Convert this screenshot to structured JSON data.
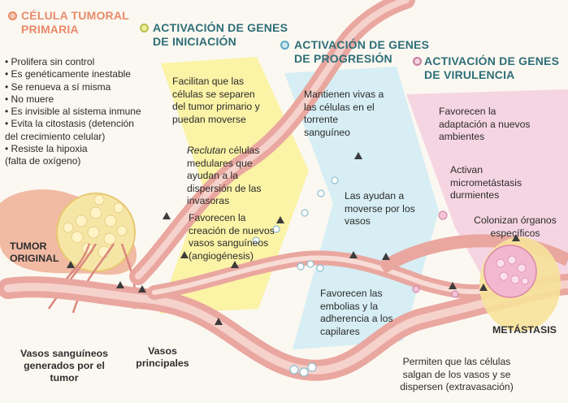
{
  "sections": {
    "primaria": {
      "title_1": "CÉLULA TUMORAL",
      "title_2": "PRIMARIA",
      "bullets": [
        "Prolifera sin control",
        "Es genéticamente inestable",
        "Se renueva a sí misma",
        "No muere",
        "Es invisible al sistema inmune",
        "Evita la citostasis (detención",
        "del crecimiento celular)",
        "Resiste la hipoxia",
        "(falta de oxígeno)"
      ]
    },
    "iniciacion": {
      "title_1": "ACTIVACIÓN DE GENES",
      "title_2": "DE INICIACIÓN",
      "p1": "Facilitan que las células se separen del tumor primario y puedan moverse",
      "p2_italic": "Reclutan",
      "p2_rest": " células medulares que ayudan a la dispersión de las invasoras",
      "p3": "Favorecen la creación de nuevos vasos sanguíneos (angiogénesis)"
    },
    "progresion": {
      "title_1": "ACTIVACIÓN DE GENES",
      "title_2": "DE PROGRESIÓN",
      "p1": "Mantienen vivas a las células en el torrente sanguíneo",
      "p2": "Las ayudan a moverse por los vasos",
      "p3": "Favorecen las embolias y la adherencia a los capilares"
    },
    "virulencia": {
      "title_1": "ACTIVACIÓN DE GENES",
      "title_2": "DE VIRULENCIA",
      "p1": "Favorecen la adaptación a nuevos ambientes",
      "p2": "Activan micrometástasis durmientes",
      "p3": "Colonizan órganos específicos"
    }
  },
  "labels": {
    "tumor_1": "TUMOR",
    "tumor_2": "ORIGINAL",
    "vasos_tumor": "Vasos sanguíneos generados por el tumor",
    "vasos_principales": "Vasos principales",
    "metastasis": "METÁSTASIS",
    "extravasacion": "Permiten que las células salgan de los vasos y se dispersen (extravasación)"
  },
  "colors": {
    "orange_title": "#e98a6a",
    "teal_title": "#2e6e78",
    "yellow_panel": "#fbf3a6",
    "blue_panel": "#d6eef4",
    "pink_panel": "#f6d3e0",
    "vessel": "#e9a7a0"
  }
}
